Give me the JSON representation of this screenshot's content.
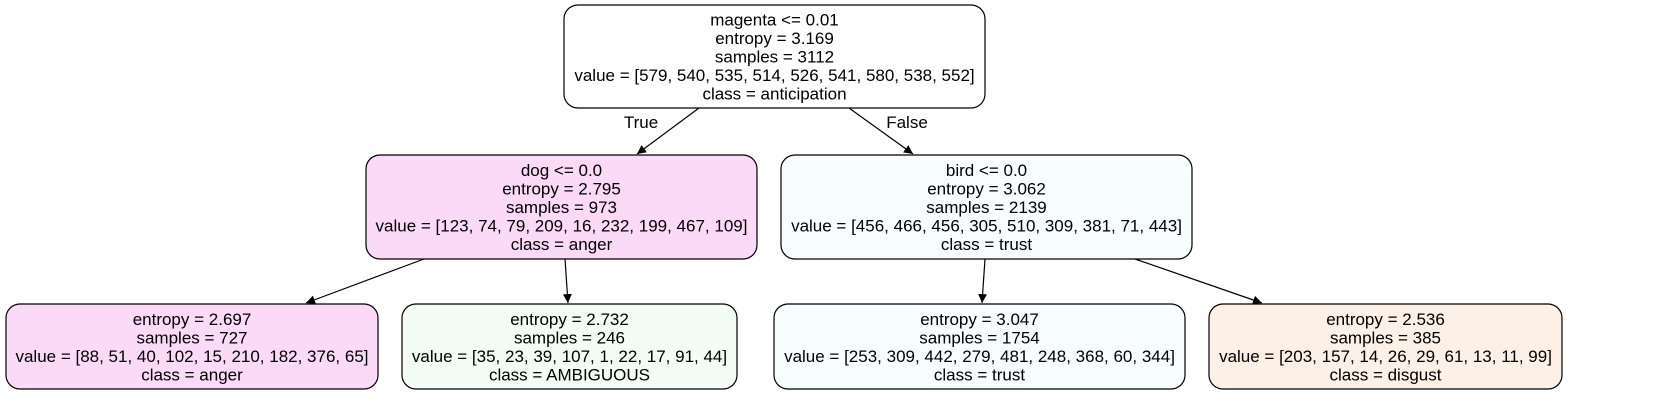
{
  "tree": {
    "nodes": [
      {
        "id": "root",
        "lines": [
          "magenta <= 0.01",
          "entropy = 3.169",
          "samples = 3112",
          "value = [579, 540, 535, 514, 526, 541, 580, 538, 552]",
          "class = anticipation"
        ],
        "fill": "#ffffff"
      },
      {
        "id": "left",
        "lines": [
          "dog <= 0.0",
          "entropy = 2.795",
          "samples = 973",
          "value = [123, 74, 79, 209, 16, 232, 199, 467, 109]",
          "class = anger"
        ],
        "fill": "#fadaf6"
      },
      {
        "id": "right",
        "lines": [
          "bird <= 0.0",
          "entropy = 3.062",
          "samples = 2139",
          "value = [456, 466, 456, 305, 510, 309, 381, 71, 443]",
          "class = trust"
        ],
        "fill": "#f8fdfe"
      },
      {
        "id": "left-left",
        "lines": [
          "entropy = 2.697",
          "samples = 727",
          "value = [88, 51, 40, 102, 15, 210, 182, 376, 65]",
          "class = anger"
        ],
        "fill": "#fadaf6"
      },
      {
        "id": "left-right",
        "lines": [
          "entropy = 2.732",
          "samples = 246",
          "value = [35, 23, 39, 107, 1, 22, 17, 91, 44]",
          "class = AMBIGUOUS"
        ],
        "fill": "#f3fcf5"
      },
      {
        "id": "right-left",
        "lines": [
          "entropy = 3.047",
          "samples = 1754",
          "value = [253, 309, 442, 279, 481, 248, 368, 60, 344]",
          "class = trust"
        ],
        "fill": "#f8fdfe"
      },
      {
        "id": "right-right",
        "lines": [
          "entropy = 2.536",
          "samples = 385",
          "value = [203, 157, 14, 26, 29, 61, 13, 11, 99]",
          "class = disgust"
        ],
        "fill": "#fcf0e7"
      }
    ],
    "edges": [
      {
        "from": "root",
        "to": "left",
        "label": "True"
      },
      {
        "from": "root",
        "to": "right",
        "label": "False"
      },
      {
        "from": "left",
        "to": "left-left",
        "label": ""
      },
      {
        "from": "left",
        "to": "left-right",
        "label": ""
      },
      {
        "from": "right",
        "to": "right-left",
        "label": ""
      },
      {
        "from": "right",
        "to": "right-right",
        "label": ""
      }
    ]
  }
}
